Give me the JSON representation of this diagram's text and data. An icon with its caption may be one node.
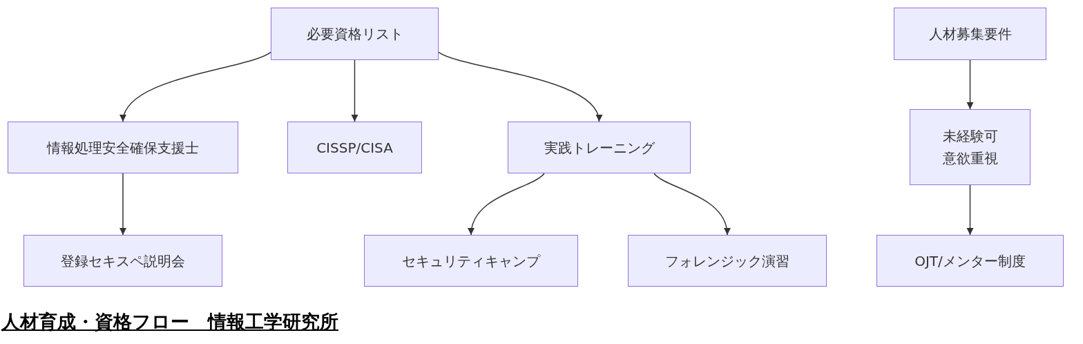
{
  "diagram": {
    "title": "人材育成・資格フロー　情報工学研究所",
    "nodes": [
      {
        "text": [
          "必要資格リスト"
        ]
      },
      {
        "text": [
          "情報処理安全確保支援士"
        ]
      },
      {
        "text": [
          "CISSP/CISA"
        ]
      },
      {
        "text": [
          "実践トレーニング"
        ]
      },
      {
        "text": [
          "登録セキスペ説明会"
        ]
      },
      {
        "text": [
          "セキュリティキャンプ"
        ]
      },
      {
        "text": [
          "フォレンジック演習"
        ]
      },
      {
        "text": [
          "人材募集要件"
        ]
      },
      {
        "text": [
          "未経験可意欲重視"
        ]
      },
      {
        "text": [
          "OJT/メンター制度"
        ]
      }
    ],
    "edges": [
      {
        "from": 0,
        "to": 1,
        "arrow": "to"
      },
      {
        "from": 0,
        "to": 2,
        "arrow": "to"
      },
      {
        "from": 0,
        "to": 3,
        "arrow": "to"
      },
      {
        "from": 1,
        "to": 4,
        "arrow": "to"
      },
      {
        "from": 3,
        "to": 5,
        "arrow": "to"
      },
      {
        "from": 3,
        "to": 6,
        "arrow": "to"
      },
      {
        "from": 7,
        "to": 8,
        "arrow": "to"
      },
      {
        "from": 8,
        "to": 9,
        "arrow": "to"
      }
    ]
  }
}
